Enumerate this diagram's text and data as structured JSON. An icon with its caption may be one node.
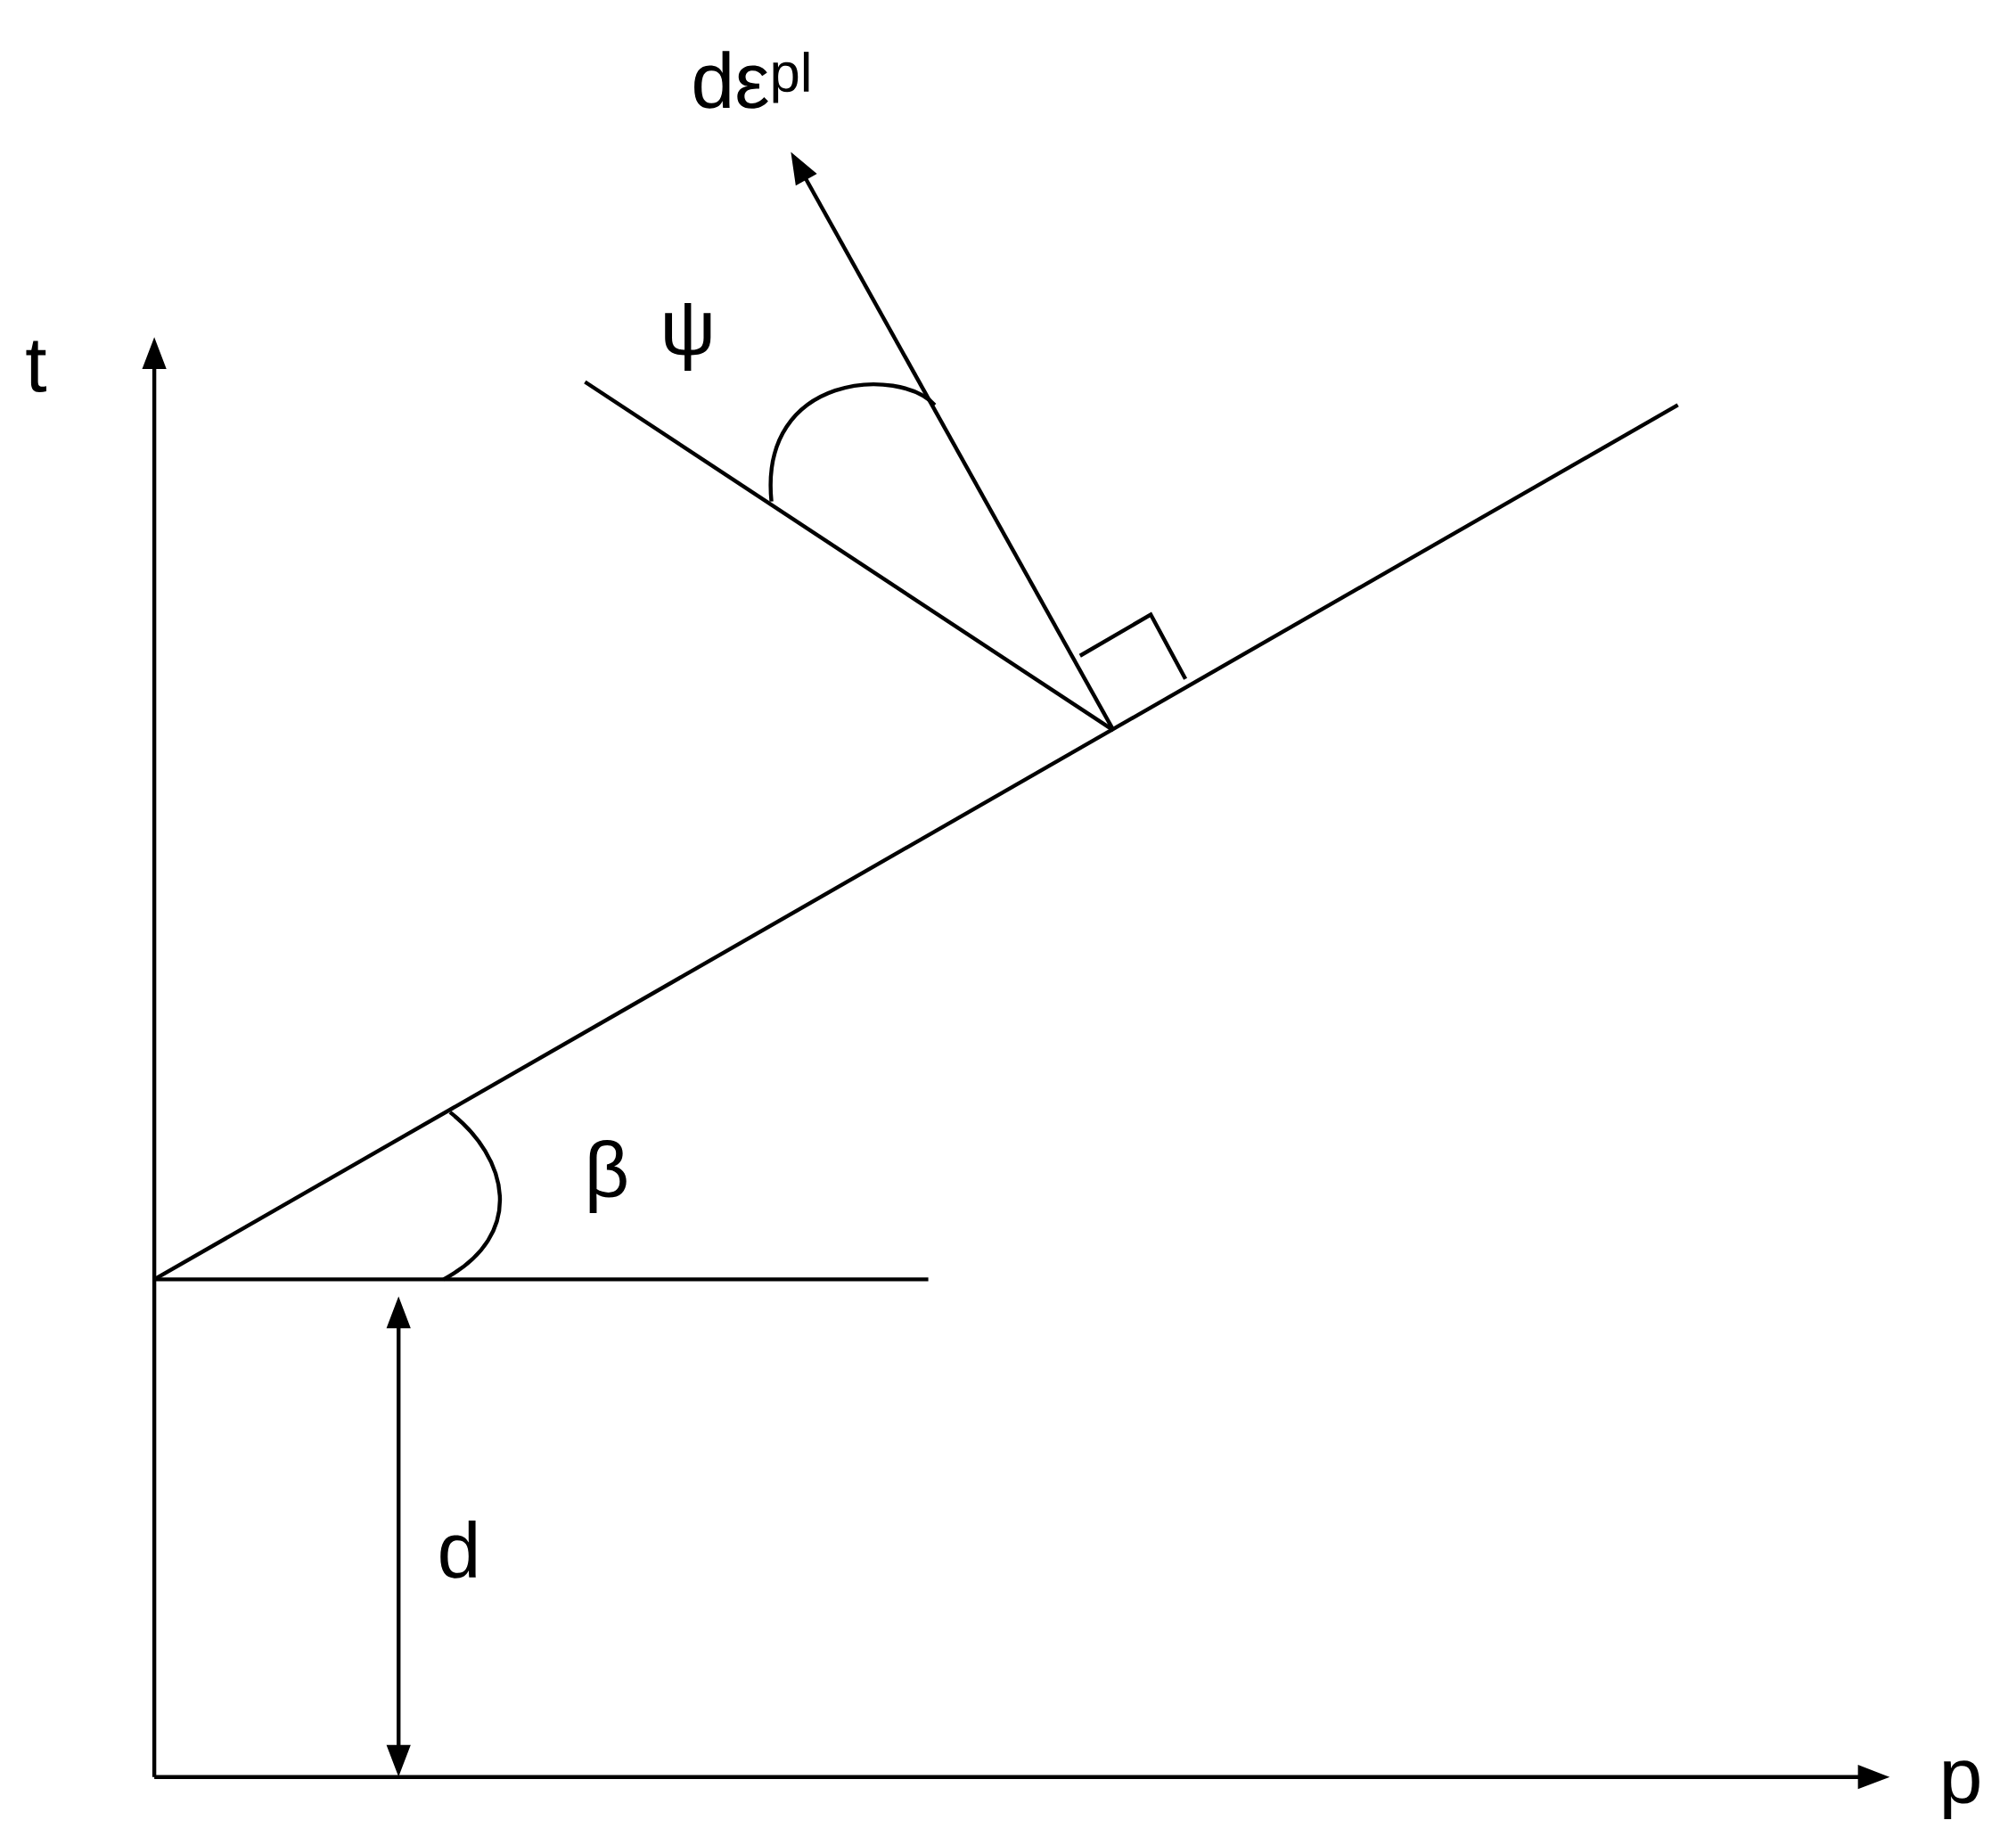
{
  "diagram": {
    "labels": [
      "dε$^{pl}$",
      "ψ",
      "t",
      "β",
      "d",
      "p"
    ]
  }
}
